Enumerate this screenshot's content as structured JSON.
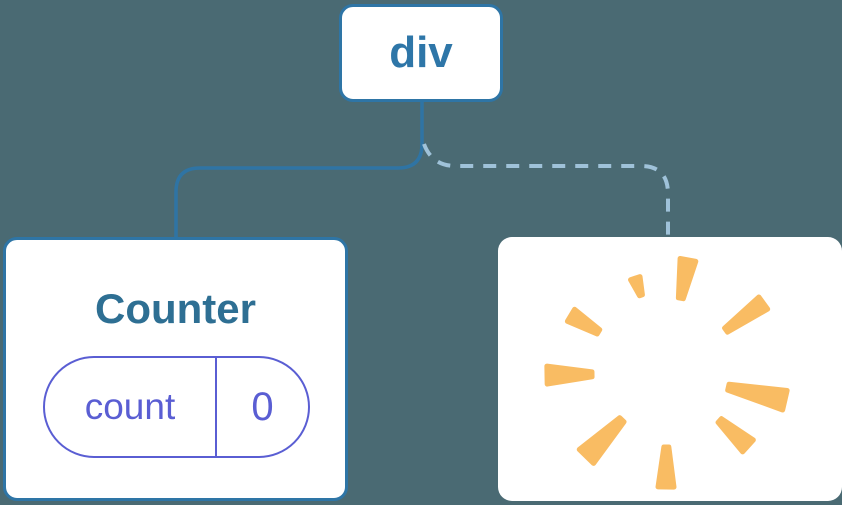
{
  "tree": {
    "root": {
      "label": "div"
    },
    "children": [
      {
        "label": "Counter",
        "connection": "solid",
        "state": {
          "key": "count",
          "value": "0"
        }
      },
      {
        "label": "",
        "connection": "dashed",
        "status": "removed",
        "icon": "poof-icon"
      }
    ]
  },
  "colors": {
    "bg": "#4A6A73",
    "card": "#FFFFFF",
    "node-border": "#2E75A6",
    "root-text": "#2E76A8",
    "component-text": "#2E6F93",
    "line": "#2F74A4",
    "dash": "#9FC2D9",
    "state": "#5A5ED3",
    "spark": "#F9BC63"
  }
}
